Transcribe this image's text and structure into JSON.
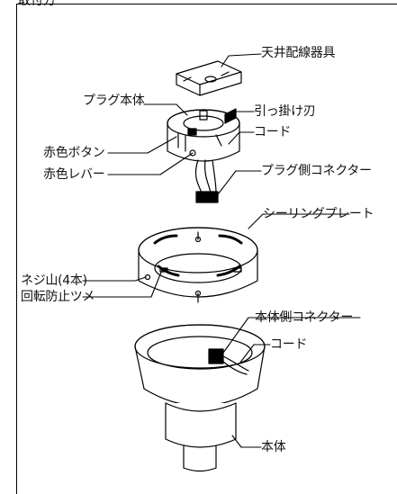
{
  "heading": "取付方",
  "labels": {
    "ceiling_box": "天井配線器具",
    "plug_body": "プラグ本体",
    "hook_blade": "引っ掛け刃",
    "cord_top": "コード",
    "red_button": "赤色ボタン",
    "red_lever": "赤色レバー",
    "plug_connector": "プラグ側コネクター",
    "ceiling_plate": "シーリングプレート",
    "screw_mount": "ネジ山(4本)",
    "anti_rotation": "回転防止ツメ",
    "body_connector": "本体側コネクター",
    "cord_bottom": "コード",
    "body": "本体"
  }
}
